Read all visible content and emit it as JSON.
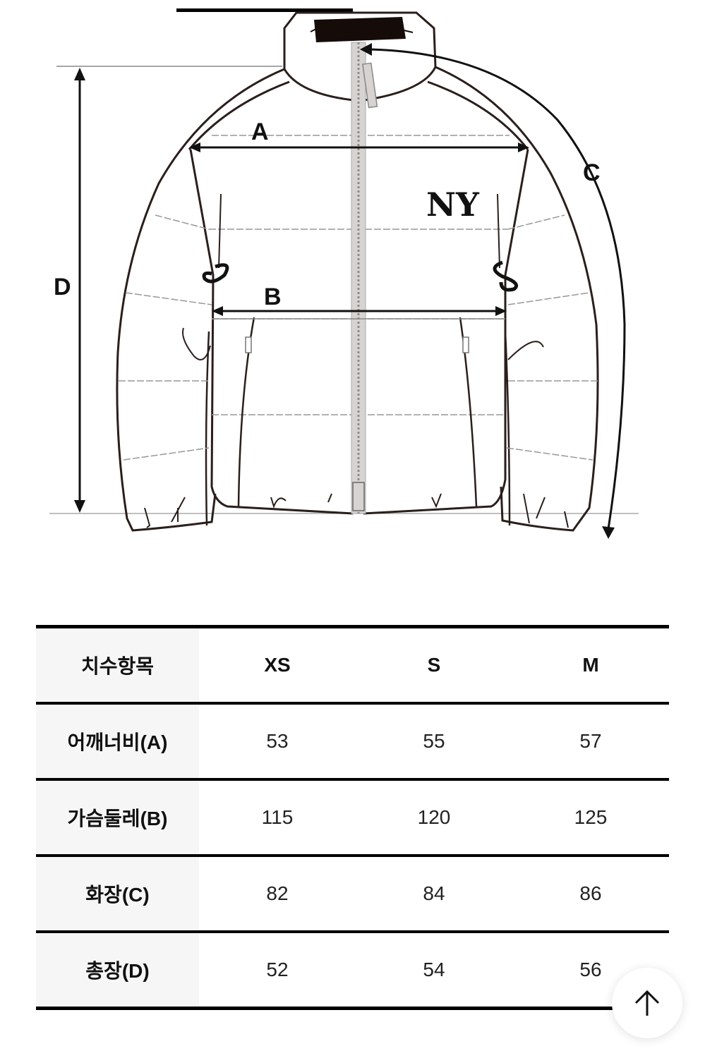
{
  "diagram": {
    "title": "Jacket measurement diagram",
    "labels": {
      "a": "A",
      "b": "B",
      "c": "C",
      "d": "D"
    },
    "logo": "NY"
  },
  "size_table": {
    "header": {
      "label": "치수항목",
      "sizes": [
        "XS",
        "S",
        "M"
      ]
    },
    "rows": [
      {
        "label": "어깨너비(A)",
        "values": [
          "53",
          "55",
          "57"
        ]
      },
      {
        "label": "가슴둘레(B)",
        "values": [
          "115",
          "120",
          "125"
        ]
      },
      {
        "label": "화장(C)",
        "values": [
          "82",
          "84",
          "86"
        ]
      },
      {
        "label": "총장(D)",
        "values": [
          "52",
          "54",
          "56"
        ]
      }
    ]
  },
  "scroll_top": {
    "icon": "arrow-up-icon",
    "aria": "scroll to top"
  },
  "colors": {
    "line": "#2a1f1c",
    "zipper": "#c9c6c4",
    "header_cell_bg": "#f6f6f6",
    "border": "#000000"
  }
}
